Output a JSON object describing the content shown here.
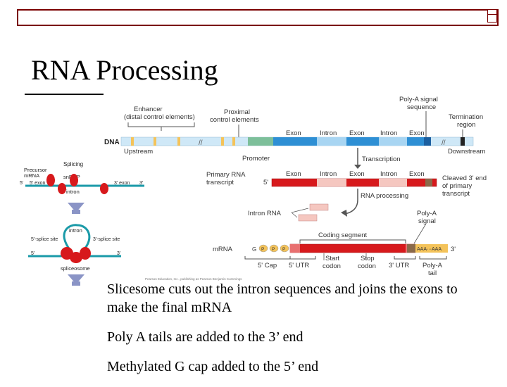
{
  "slide": {
    "title": "RNA Processing"
  },
  "diagram": {
    "labels": {
      "enhancer": "Enhancer\n(distal control elements)",
      "proximal": "Proximal\ncontrol elements",
      "polya_signal_seq": "Poly-A signal\nsequence",
      "termination_region": "Termination\nregion",
      "dna": "DNA",
      "upstream": "Upstream",
      "promoter": "Promoter",
      "downstream": "Downstream",
      "exon": "Exon",
      "intron": "Intron",
      "transcription": "Transcription",
      "primary_rna": "Primary RNA\ntranscript",
      "five_prime": "5'",
      "cleaved": "Cleaved 3' end\nof primary\ntranscript",
      "rna_processing": "RNA processing",
      "intron_rna": "Intron RNA",
      "polya_signal": "Poly-A\nsignal",
      "coding_segment": "Coding segment",
      "mrna": "mRNA",
      "g": "G",
      "p": "P",
      "aaa": "AAA···AAA",
      "three_prime": "3'",
      "five_cap": "5' Cap",
      "five_utr": "5' UTR",
      "start_codon": "Start\ncodon",
      "stop_codon": "Stop\ncodon",
      "three_utr": "3' UTR",
      "polya_tail": "Poly-A\ntail",
      "copyright": "Pearson Education, Inc., publishing as Pearson Benjamin Cummings",
      "splicing": "Splicing",
      "precursor_mrna": "Precursor\nmRNA",
      "snrnp": "snRNP",
      "exon5": "5' exon",
      "exon3": "3' exon",
      "five_left": "5'",
      "three_right": "3'",
      "intron_lower": "intron",
      "five_splice_site": "5'-splice site",
      "three_splice_site": "3'-splice site",
      "spliceosome": "spliceosome"
    }
  },
  "bullets": [
    "Slicesome cuts out the intron sequences and joins the exons to make the final mRNA",
    "Poly A tails are added to the 3’ end",
    "Methylated G cap added to the 5’ end"
  ],
  "colors": {
    "accent": "#7a0000",
    "exon_blue": "#2e8fd4",
    "exon_red": "#d7191c",
    "intron_light": "#f5c7c0",
    "dna_light": "#cfe8f7"
  }
}
